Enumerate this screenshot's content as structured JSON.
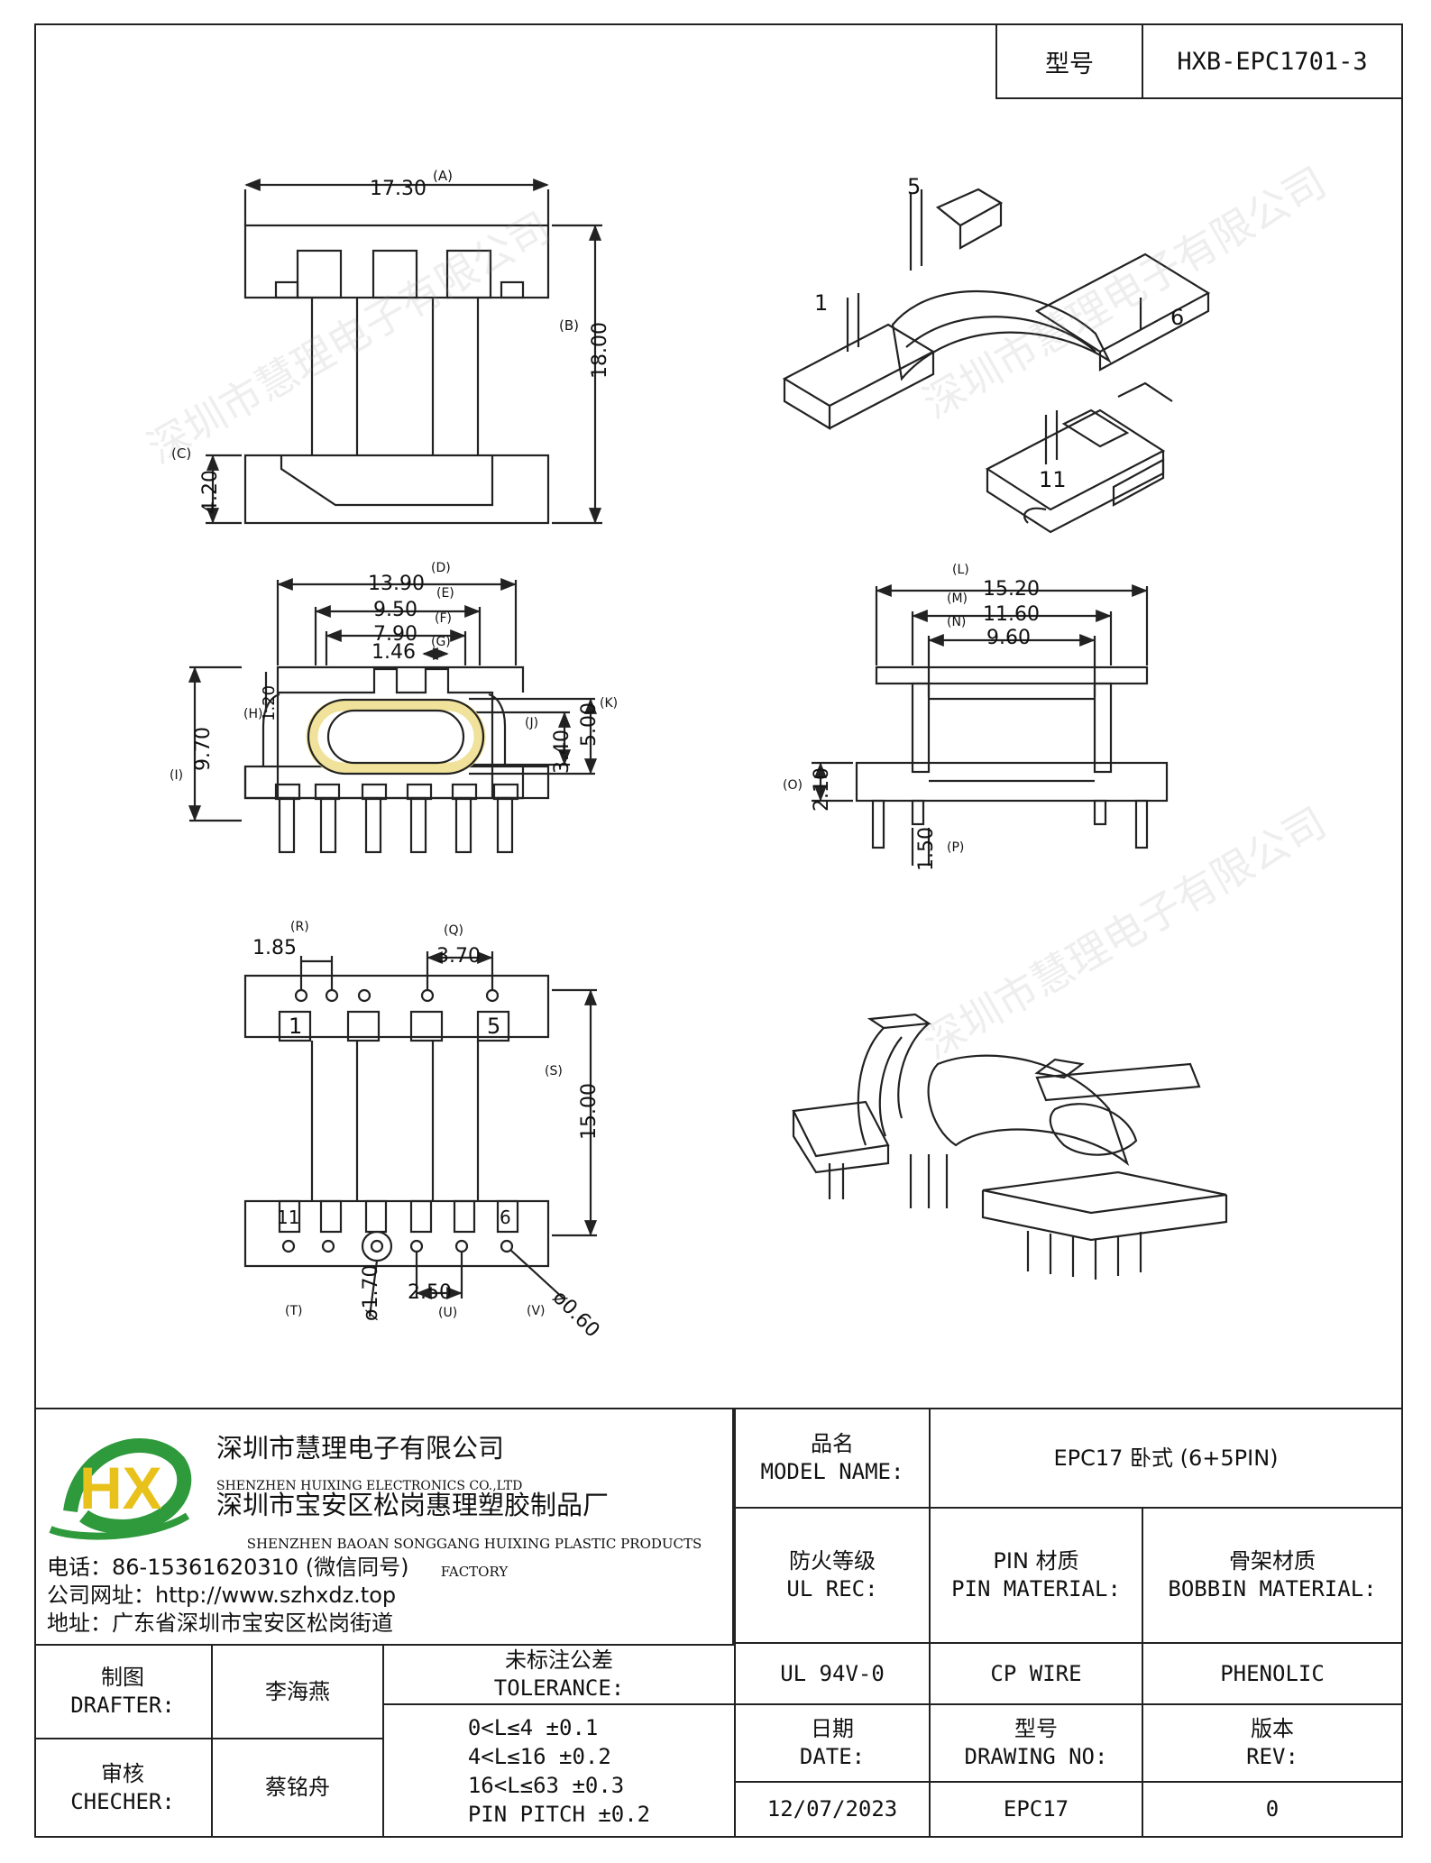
{
  "header": {
    "model_label": "型号",
    "model_value": "HXB-EPC1701-3"
  },
  "watermark": "深圳市慧理电子有限公司",
  "views": {
    "top": {
      "dims": {
        "A": "17.30",
        "B": "18.00",
        "C": "4.20"
      },
      "letters": {
        "A": "(A)",
        "B": "(B)",
        "C": "(C)"
      }
    },
    "front": {
      "dims": {
        "D": "13.90",
        "E": "9.50",
        "F": "7.90",
        "G": "1.46",
        "H": "1.20",
        "I": "9.70",
        "J": "3.40",
        "K": "5.00"
      },
      "letters": {
        "D": "(D)",
        "E": "(E)",
        "F": "(F)",
        "G": "(G)",
        "H": "(H)",
        "I": "(I)",
        "J": "(J)",
        "K": "(K)"
      }
    },
    "side": {
      "dims": {
        "L": "15.20",
        "M": "11.60",
        "N": "9.60",
        "O": "2.10",
        "P": "1.50"
      },
      "letters": {
        "L": "(L)",
        "M": "(M)",
        "N": "(N)",
        "O": "(O)",
        "P": "(P)"
      }
    },
    "bottom": {
      "dims": {
        "R": "1.85",
        "Q": "3.70",
        "S": "15.00",
        "T": "ø1.70",
        "U": "2.50",
        "V": "ø0.60"
      },
      "letters": {
        "R": "(R)",
        "Q": "(Q)",
        "S": "(S)",
        "T": "(T)",
        "U": "(U)",
        "V": "(V)"
      },
      "pins": {
        "p1": "1",
        "p5": "5",
        "p11": "11",
        "p6": "6"
      }
    },
    "iso_top": {
      "pins": {
        "p5": "5",
        "p1": "1",
        "p6": "6",
        "p11": "11"
      }
    }
  },
  "company": {
    "name_cn": "深圳市慧理电子有限公司",
    "name_en": "SHENZHEN HUIXING ELECTRONICS CO.,LTD",
    "factory_cn": "深圳市宝安区松岗惠理塑胶制品厂",
    "factory_en": "SHENZHEN BAOAN SONGGANG HUIXING PLASTIC PRODUCTS FACTORY",
    "phone": "电话：86-15361620310 (微信同号)",
    "web": "公司网址：http://www.szhxdz.top",
    "address": "地址：广东省深圳市宝安区松岗街道",
    "logo_text": "HX",
    "colors": {
      "green": "#2e9a3c",
      "yellow": "#e8c21a",
      "wm": "#969696"
    }
  },
  "titleblock": {
    "model_name_cn": "品名",
    "model_name_en": "MODEL NAME:",
    "model_name_value": "EPC17 卧式 (6+5PIN)",
    "fire_cn": "防火等级",
    "fire_en": "UL REC:",
    "pin_cn": "PIN 材质",
    "pin_en": "PIN MATERIAL:",
    "bobbin_cn": "骨架材质",
    "bobbin_en": "BOBBIN MATERIAL:",
    "fire_value": "UL 94V-0",
    "pin_value": "CP WIRE",
    "bobbin_value": "PHENOLIC",
    "drafter_cn": "制图",
    "drafter_en": "DRAFTER:",
    "drafter_name": "李海燕",
    "checker_cn": "审核",
    "checker_en": "CHECHER:",
    "checker_name": "蔡铭舟",
    "tol_cn": "未标注公差",
    "tol_en": "TOLERANCE:",
    "tol_lines": [
      "0<L≤4   ±0.1",
      "4<L≤16  ±0.2",
      "16<L≤63 ±0.3",
      "PIN PITCH ±0.2"
    ],
    "date_cn": "日期",
    "date_en": "DATE:",
    "date_value": "12/07/2023",
    "dwg_cn": "型号",
    "dwg_en": "DRAWING NO:",
    "dwg_value": "EPC17",
    "rev_cn": "版本",
    "rev_en": "REV:",
    "rev_value": "0"
  }
}
